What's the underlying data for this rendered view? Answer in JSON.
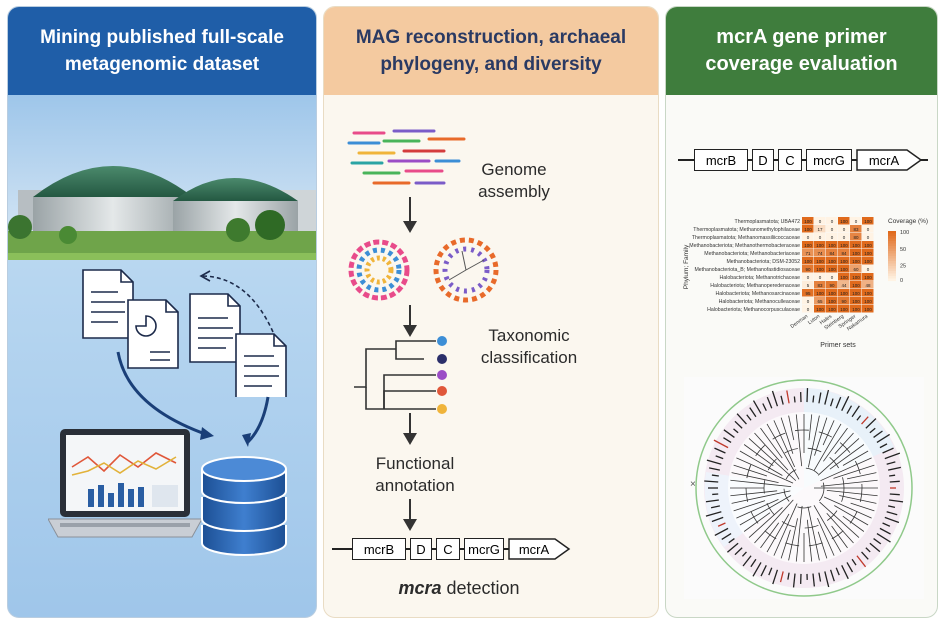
{
  "panels": [
    {
      "title": "Mining published full-scale metagenomic dataset",
      "color": "#1f5ea8"
    },
    {
      "title": "MAG reconstruction, archaeal phylogeny, and diversity",
      "color": "#f4caa0"
    },
    {
      "title": "mcrA gene primer coverage evaluation",
      "color": "#3f7d3d"
    }
  ],
  "workflow": {
    "step_genome": "Genome\nassembly",
    "step_taxonomy": "Taxonomic\nclassification",
    "step_functional": "Functional\nannotation",
    "detection_italic": "mcra",
    "detection_rest": " detection"
  },
  "operon": [
    "mcrB",
    "D",
    "C",
    "mcrG",
    "mcrA"
  ],
  "heatmap": {
    "rows": [
      "Thermoplasmatota; UBA472",
      "Thermoplasmatota; Methanomethylophilaceae",
      "Thermoplasmatota; Methanomassiliicoccaceae",
      "Methanobacteriota; Methanothermobacteraceae",
      "Methanobacteriota; Methanobacteriaceae",
      "Methanobacteriota; DSM-23052",
      "Methanobacteriota_B; Methanofastidiosaceae",
      "Halobacteriota; Methanotrichaceae",
      "Halobacteriota; Methanoperedenaceae",
      "Halobacteriota; Methanosarcinaceae",
      "Halobacteriota; Methanoculleaceae",
      "Halobacteriota; Methanocorpusculaceae"
    ],
    "columns": [
      "Denman",
      "Luton",
      "Hales",
      "Steinberg",
      "Springer",
      "Nakamura"
    ],
    "values": [
      [
        100,
        0,
        0,
        100,
        0,
        100
      ],
      [
        100,
        17,
        0,
        0,
        83,
        0
      ],
      [
        0,
        0,
        0,
        0,
        80,
        0
      ],
      [
        100,
        100,
        100,
        100,
        100,
        100
      ],
      [
        71,
        74,
        84,
        84,
        100,
        100
      ],
      [
        100,
        100,
        100,
        100,
        100,
        100
      ],
      [
        90,
        100,
        100,
        100,
        60,
        0
      ],
      [
        0,
        0,
        0,
        100,
        100,
        100
      ],
      [
        5,
        83,
        90,
        44,
        100,
        48
      ],
      [
        95,
        100,
        100,
        100,
        100,
        100
      ],
      [
        0,
        65,
        100,
        90,
        100,
        100
      ],
      [
        0,
        100,
        100,
        100,
        100,
        100
      ]
    ],
    "ylabel": "Phylum; Family",
    "xlabel": "Primer sets",
    "legend_title": "Coverage (%)",
    "legend_ticks": [
      "100",
      "50",
      "25",
      "0"
    ],
    "color_high": "#e06a1c",
    "color_low": "#fff3e4"
  },
  "close_mark": "×"
}
